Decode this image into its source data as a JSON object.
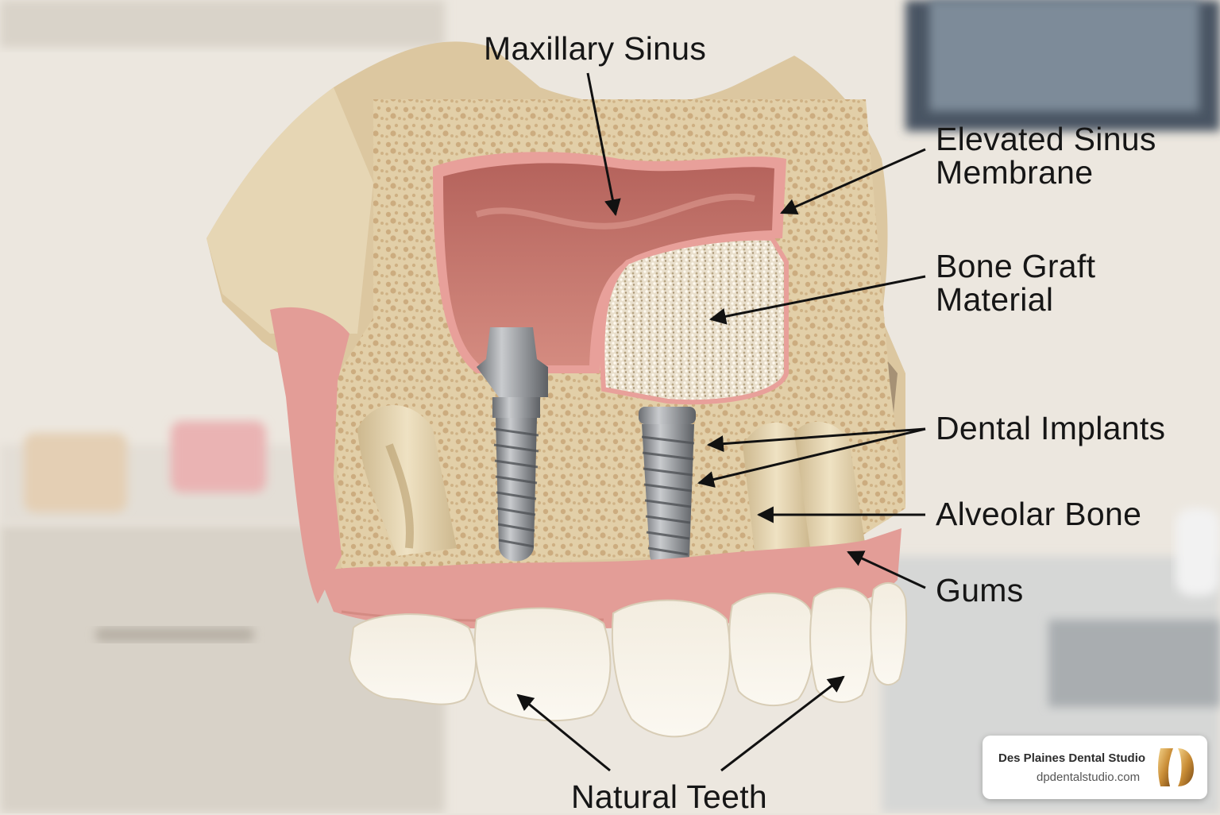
{
  "labels": {
    "maxillary_sinus": "Maxillary Sinus",
    "elevated_sinus_membrane_line1": "Elevated Sinus",
    "elevated_sinus_membrane_line2": "Membrane",
    "bone_graft_line1": "Bone Graft",
    "bone_graft_line2": "Material",
    "dental_implants": "Dental Implants",
    "alveolar_bone": "Alveolar Bone",
    "gums": "Gums",
    "natural_teeth": "Natural Teeth"
  },
  "logo": {
    "name": "Des Plaines Dental Studio",
    "url": "dpdentalstudio.com"
  },
  "colors": {
    "bone": "#dcc9a4",
    "spongy_bone": "#c9ad7c",
    "sinus": "#c77a70",
    "membrane": "#e8a09a",
    "gum": "#e5a19b",
    "tooth": "#f6f1e6",
    "implant": "#9a9ca0",
    "graft": "#e7dcc8"
  }
}
